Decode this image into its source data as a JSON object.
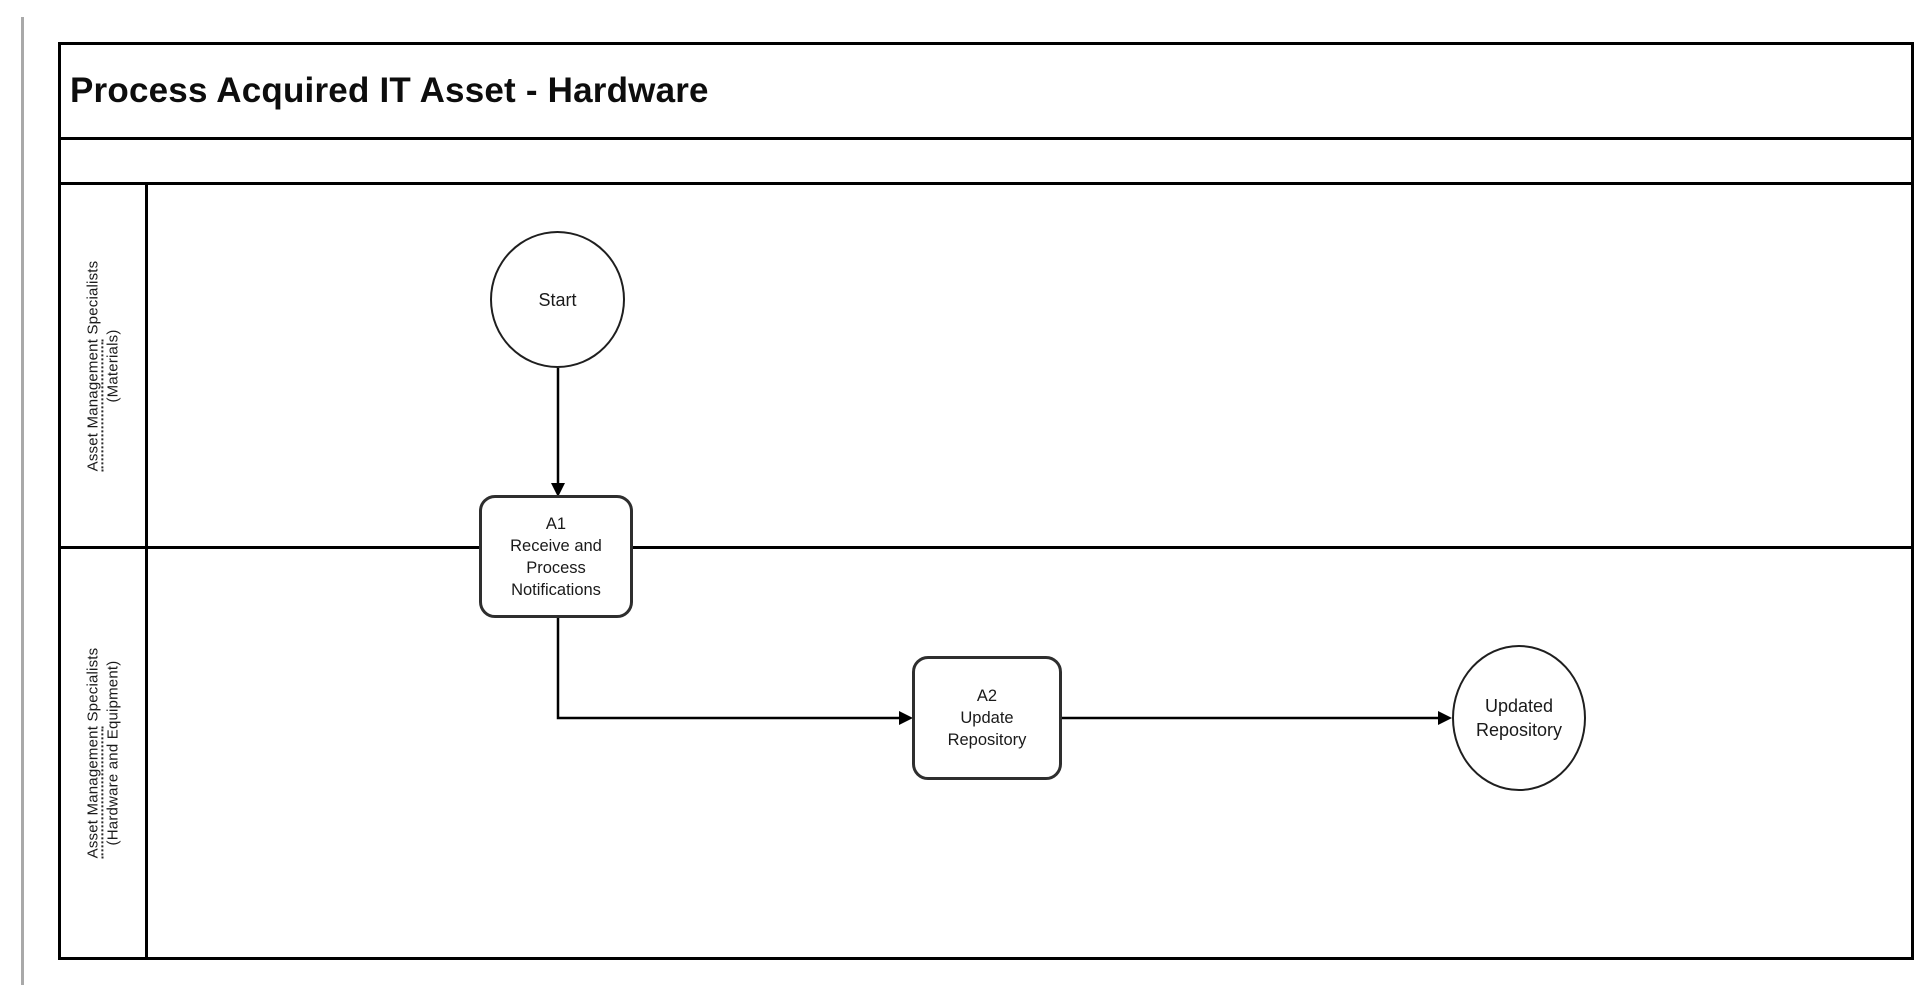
{
  "colors": {
    "frame_line": "#000000",
    "node_border": "#2e2e2e",
    "page_rule": "#a9a9a9",
    "background": "#ffffff",
    "text": "#1a1a1a"
  },
  "diagram": {
    "title": "Process Acquired IT Asset - Hardware"
  },
  "lanes": [
    {
      "role_underlined": "Asset Management",
      "role_rest": " Specialists",
      "role_qualifier": "(Materials)"
    },
    {
      "role_underlined": "Asset Management",
      "role_rest": " Specialists",
      "role_qualifier": "(Hardware and Equipment)"
    }
  ],
  "nodes": {
    "start": {
      "label": "Start"
    },
    "a1": {
      "id": "A1",
      "line1": "Receive and",
      "line2": "Process",
      "line3": "Notifications"
    },
    "a2": {
      "id": "A2",
      "line1": "Update",
      "line2": "Repository"
    },
    "end": {
      "line1": "Updated",
      "line2": "Repository"
    }
  }
}
